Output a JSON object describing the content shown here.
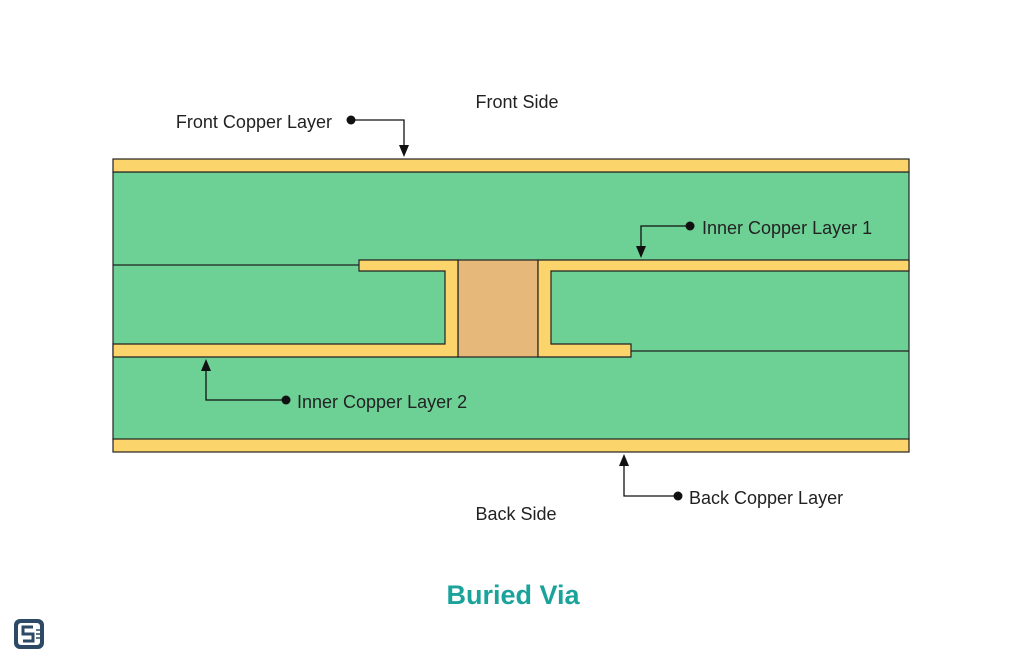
{
  "diagram": {
    "title": "Buried Via",
    "labels": {
      "front_side": "Front Side",
      "back_side": "Back Side",
      "front_copper": "Front Copper Layer",
      "inner_copper_1": "Inner Copper Layer 1",
      "inner_copper_2": "Inner Copper Layer 2",
      "back_copper": "Back Copper Layer"
    },
    "colors": {
      "substrate": "#6dd196",
      "copper": "#fbd46b",
      "via_fill": "#e6b87a",
      "outline": "#222222",
      "title": "#1aa39a",
      "logo": "#2c4a66"
    },
    "logo_icon": "circuitstate-logo-icon"
  }
}
